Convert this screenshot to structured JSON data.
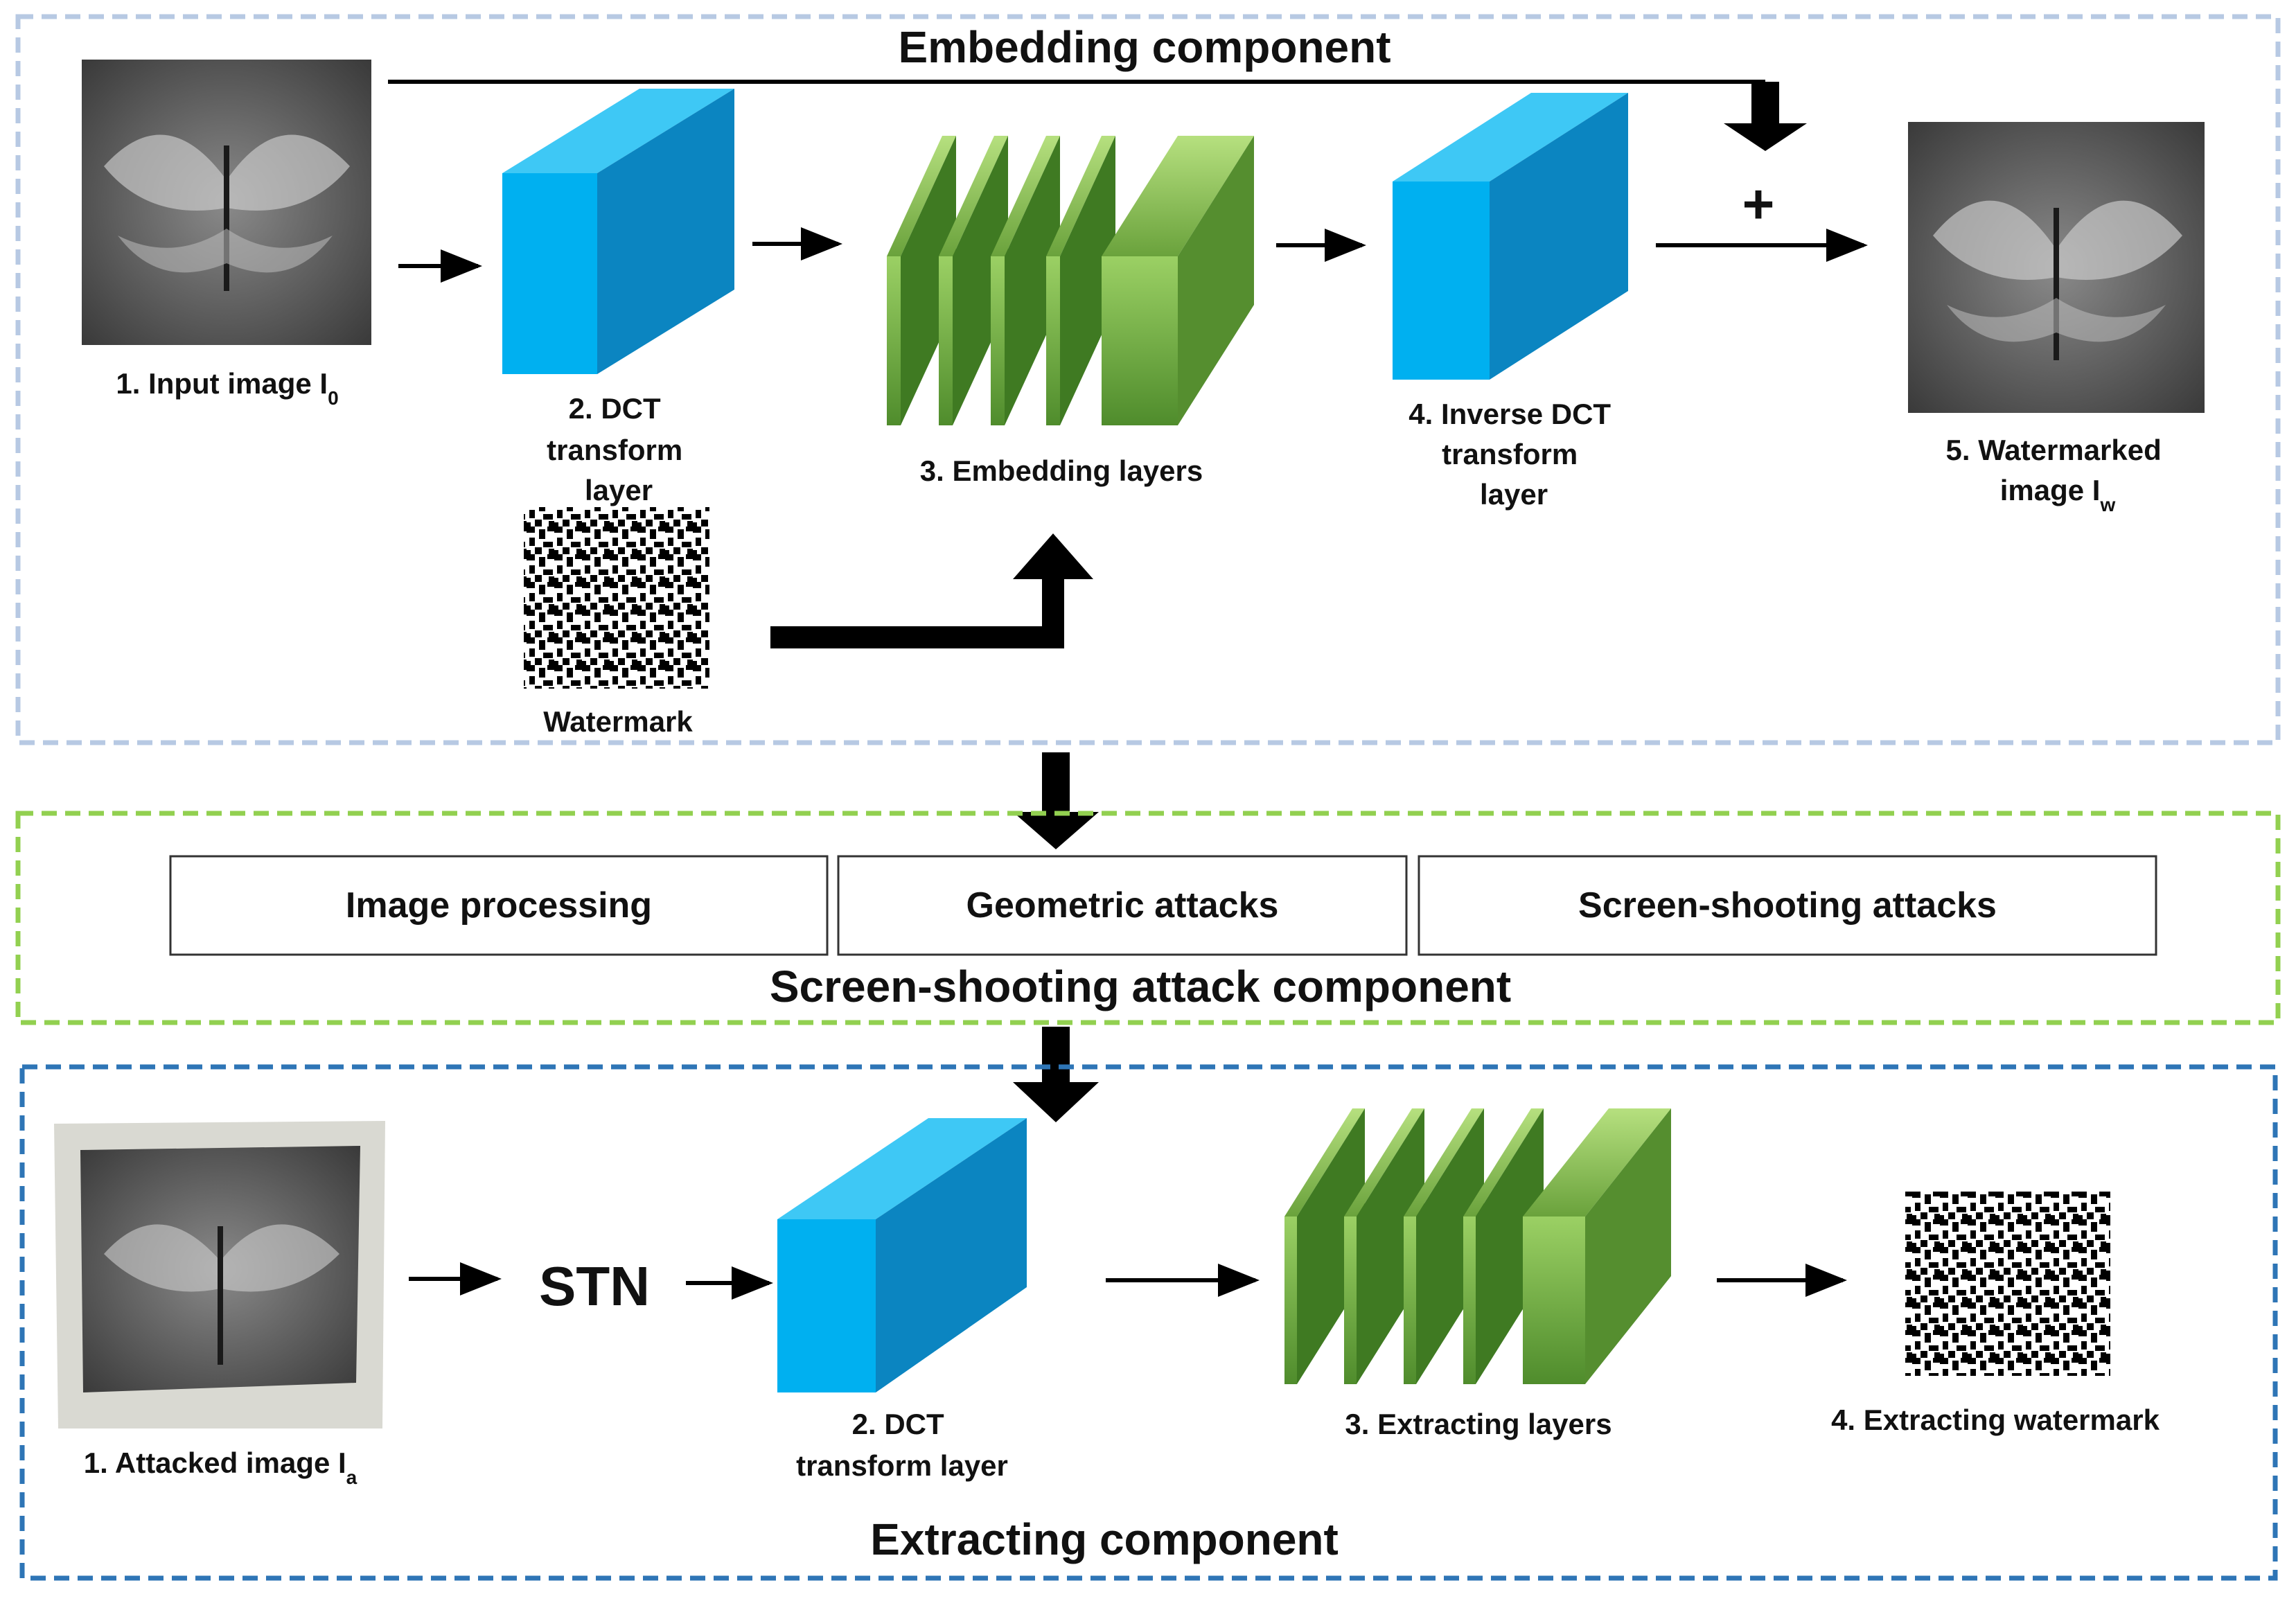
{
  "embedding": {
    "title": "Embedding component",
    "input_label_main": "1. Input image I",
    "input_label_sub": "0",
    "dct_label": [
      "2. DCT",
      "transform",
      "layer"
    ],
    "embed_layers_label": "3. Embedding layers",
    "idct_label": [
      "4. Inverse DCT",
      "transform",
      "layer"
    ],
    "plus": "+",
    "watermarked_label_1": "5. Watermarked",
    "watermarked_label_2_main": "image I",
    "watermarked_label_2_sub": "w",
    "watermark_label": "Watermark"
  },
  "attack": {
    "title": "Screen-shooting attack component",
    "boxes": [
      "Image processing",
      "Geometric attacks",
      "Screen-shooting attacks"
    ]
  },
  "extracting": {
    "title": "Extracting component",
    "attacked_label_main": "1. Attacked image I",
    "attacked_label_sub": "a",
    "stn": "STN",
    "dct_label": [
      "2. DCT",
      "transform layer"
    ],
    "extract_layers_label": "3. Extracting layers",
    "extract_watermark_label": "4. Extracting watermark"
  },
  "colors": {
    "embedding_border": "#b7c9e3",
    "attack_border": "#92d050",
    "extracting_border": "#2e75b6",
    "dct_front": "#00b0f0",
    "dct_side": "#0b85c1",
    "dct_top": "#3ec8f5",
    "layer_green": "#7ab648",
    "layer_green_dark": "#4e8a2a"
  }
}
